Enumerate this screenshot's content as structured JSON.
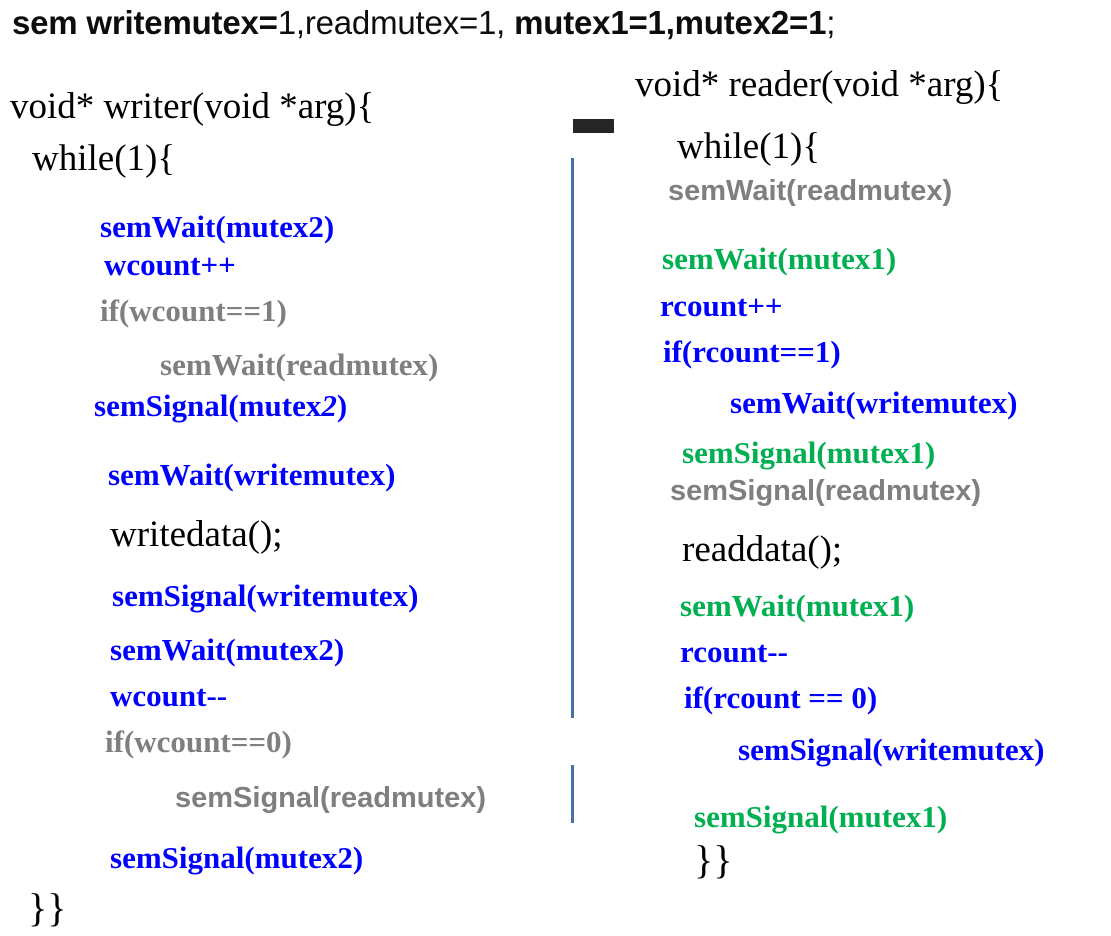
{
  "header": {
    "segments": [
      {
        "text": "sem writemutex=",
        "weight": "bold"
      },
      {
        "text": "1,readmutex=1,",
        "weight": "normal"
      },
      {
        "text": " mutex1=1,mutex2=1",
        "weight": "bold"
      },
      {
        "text": ";",
        "weight": "normal"
      }
    ],
    "full_text": "sem writemutex=1,readmutex=1, mutex1=1,mutex2=1;"
  },
  "colors": {
    "blue": "#0000FF",
    "green": "#00B050",
    "gray": "#7F7F7F",
    "black": "#000000",
    "divider_blue": "#4472A4",
    "dash_dark": "#262626",
    "background": "#FFFFFF"
  },
  "writer_column": {
    "title": "writer",
    "lines": [
      {
        "text": "void* writer(void *arg){",
        "style": "plain"
      },
      {
        "text": "while(1){",
        "style": "plain"
      },
      {
        "text": "semWait(mutex2)",
        "style": "blue"
      },
      {
        "text": "wcount++",
        "style": "blue"
      },
      {
        "text": "if(wcount==1)",
        "style": "gray"
      },
      {
        "text": "semWait(readmutex)",
        "style": "gray"
      },
      {
        "text": "semSignal(mutex2)",
        "style": "blue"
      },
      {
        "text": "semWait(writemutex)",
        "style": "blue"
      },
      {
        "text": "writedata();",
        "style": "plain"
      },
      {
        "text": "semSignal(writemutex)",
        "style": "blue"
      },
      {
        "text": "semWait(mutex2)",
        "style": "blue"
      },
      {
        "text": "wcount--",
        "style": "blue"
      },
      {
        "text": "if(wcount==0)",
        "style": "gray"
      },
      {
        "text": "semSignal(readmutex)",
        "style": "graysans"
      },
      {
        "text": "semSignal(mutex2)",
        "style": "blue"
      },
      {
        "text": "}}",
        "style": "brace"
      }
    ]
  },
  "reader_column": {
    "title": "reader",
    "lines": [
      {
        "text": "void* reader(void *arg){",
        "style": "plain"
      },
      {
        "text": "while(1){",
        "style": "plain"
      },
      {
        "text": "semWait(readmutex)",
        "style": "graysans"
      },
      {
        "text": "semWait(mutex1)",
        "style": "green"
      },
      {
        "text": "rcount++",
        "style": "blue"
      },
      {
        "text": "if(rcount==1)",
        "style": "blue"
      },
      {
        "text": "semWait(writemutex)",
        "style": "blue"
      },
      {
        "text": "semSignal(mutex1)",
        "style": "green"
      },
      {
        "text": "semSignal(readmutex)",
        "style": "graysans"
      },
      {
        "text": "readdata();",
        "style": "plain"
      },
      {
        "text": "semWait(mutex1)",
        "style": "green"
      },
      {
        "text": "rcount--",
        "style": "blue"
      },
      {
        "text": "if(rcount == 0)",
        "style": "blue"
      },
      {
        "text": "semSignal(writemutex)",
        "style": "blue"
      },
      {
        "text": "semSignal(mutex1)",
        "style": "green"
      },
      {
        "text": "}}",
        "style": "brace"
      }
    ]
  }
}
